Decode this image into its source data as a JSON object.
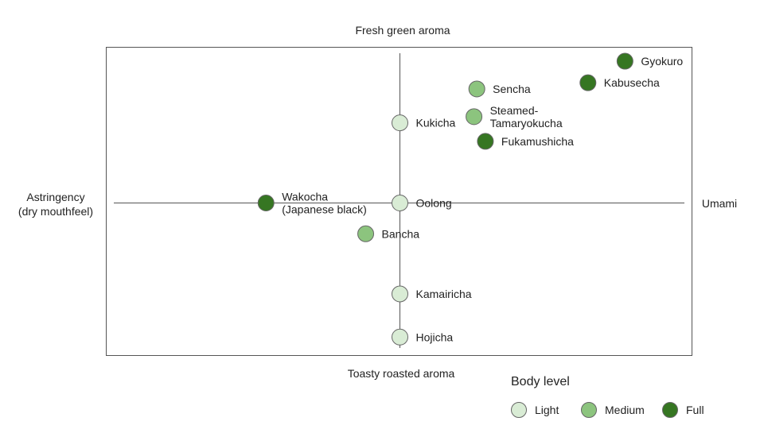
{
  "chart_data": {
    "type": "scatter",
    "title": "",
    "axes": {
      "top": "Fresh green aroma",
      "bottom": "Toasty roasted aroma",
      "left": "Astringency\n(dry mouthfeel)",
      "right": "Umami"
    },
    "xlim": [
      -1,
      1
    ],
    "ylim": [
      -1,
      1
    ],
    "body_levels": {
      "Light": {
        "label": "Light",
        "color": "#d9ecd5"
      },
      "Medium": {
        "label": "Medium",
        "color": "#8cc47e"
      },
      "Full": {
        "label": "Full",
        "color": "#367622"
      }
    },
    "legend": {
      "title": "Body level",
      "items": [
        "Light",
        "Medium",
        "Full"
      ]
    },
    "points": [
      {
        "name": "Gyokuro",
        "x": 0.79,
        "y": 0.92,
        "body": "Full"
      },
      {
        "name": "Kabusecha",
        "x": 0.66,
        "y": 0.78,
        "body": "Full"
      },
      {
        "name": "Sencha",
        "x": 0.27,
        "y": 0.74,
        "body": "Medium"
      },
      {
        "name": "Steamed-\nTamaryokucha",
        "x": 0.26,
        "y": 0.56,
        "body": "Medium"
      },
      {
        "name": "Fukamushicha",
        "x": 0.3,
        "y": 0.4,
        "body": "Full"
      },
      {
        "name": "Kukicha",
        "x": 0.0,
        "y": 0.52,
        "body": "Light"
      },
      {
        "name": "Oolong",
        "x": 0.0,
        "y": 0.0,
        "body": "Light"
      },
      {
        "name": "Wakocha\n(Japanese black)",
        "x": -0.47,
        "y": 0.0,
        "body": "Full"
      },
      {
        "name": "Bancha",
        "x": -0.12,
        "y": -0.2,
        "body": "Medium"
      },
      {
        "name": "Kamairicha",
        "x": 0.0,
        "y": -0.59,
        "body": "Light"
      },
      {
        "name": "Hojicha",
        "x": 0.0,
        "y": -0.87,
        "body": "Light"
      }
    ]
  }
}
